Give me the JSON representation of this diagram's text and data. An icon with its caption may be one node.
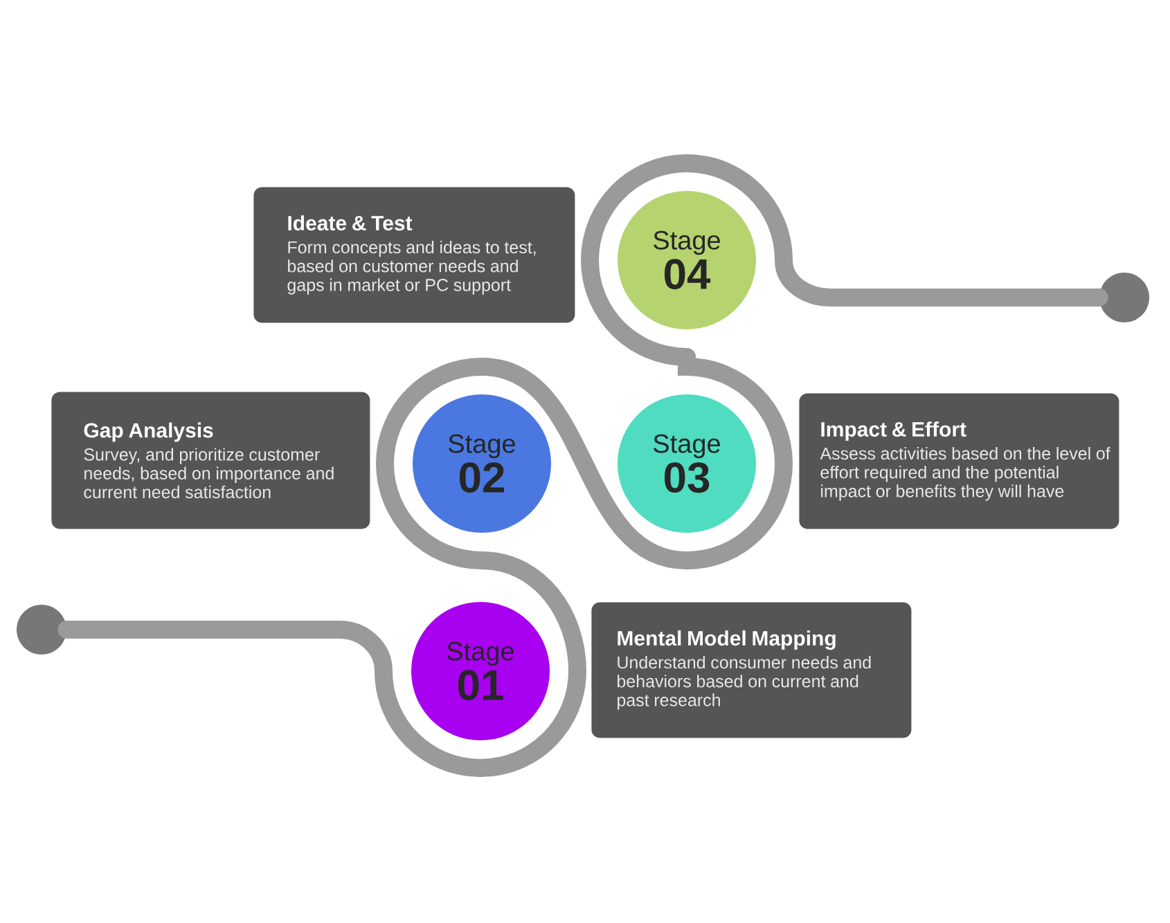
{
  "diagram": {
    "nodes": [
      {
        "text": [
          "Ideate & Test",
          "Form concepts and ideas to test, based on customer needs and gaps in market or PC support"
        ]
      },
      {
        "text": [
          "Stage",
          "04"
        ]
      },
      {
        "text": [],
        "shape": "circle"
      },
      {
        "text": [
          "Gap Analysis",
          "Survey, and prioritize customer needs, based on importance and current need satisfaction"
        ]
      },
      {
        "text": [
          "Stage",
          "02"
        ]
      },
      {
        "text": [
          "Stage",
          "03"
        ]
      },
      {
        "text": [
          "Impact & Effort",
          "Assess activities based on the level of effort required and the potential impact or benefits they will have"
        ]
      },
      {
        "text": [],
        "shape": "circle"
      },
      {
        "text": [
          "Stage",
          "01"
        ]
      },
      {
        "text": [
          "Mental Model Mapping",
          "Understand consumer needs and behaviors based on current and past research"
        ]
      }
    ],
    "edges": [
      {
        "from": 7,
        "to": 8,
        "arrow": "none"
      },
      {
        "from": 8,
        "to": 4,
        "arrow": "none"
      },
      {
        "from": 4,
        "to": 5,
        "arrow": "none"
      },
      {
        "from": 5,
        "to": 1,
        "arrow": "none"
      },
      {
        "from": 1,
        "to": 2,
        "arrow": "none"
      }
    ]
  }
}
